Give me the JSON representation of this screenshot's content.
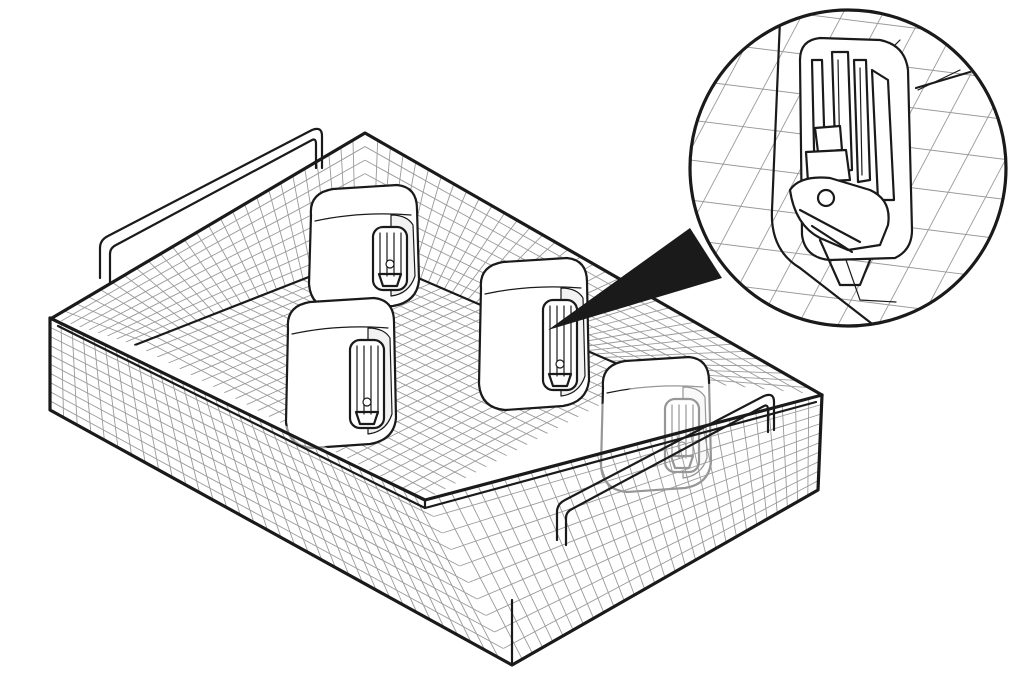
{
  "figure": {
    "basket": {
      "parts": [
        "wire-mesh-basket",
        "handle-left",
        "handle-right"
      ]
    },
    "items": [
      {
        "name": "battery-pack-back-left"
      },
      {
        "name": "battery-pack-front-left"
      },
      {
        "name": "battery-pack-center"
      },
      {
        "name": "battery-pack-right"
      }
    ],
    "callout": {
      "target": "battery-pack-center",
      "detail": "contact-terminal-clip"
    },
    "colors": {
      "ink": "#1a1a1a",
      "mesh": "#9a9a9a",
      "background": "#ffffff",
      "shade": "#f2f2f2"
    }
  }
}
